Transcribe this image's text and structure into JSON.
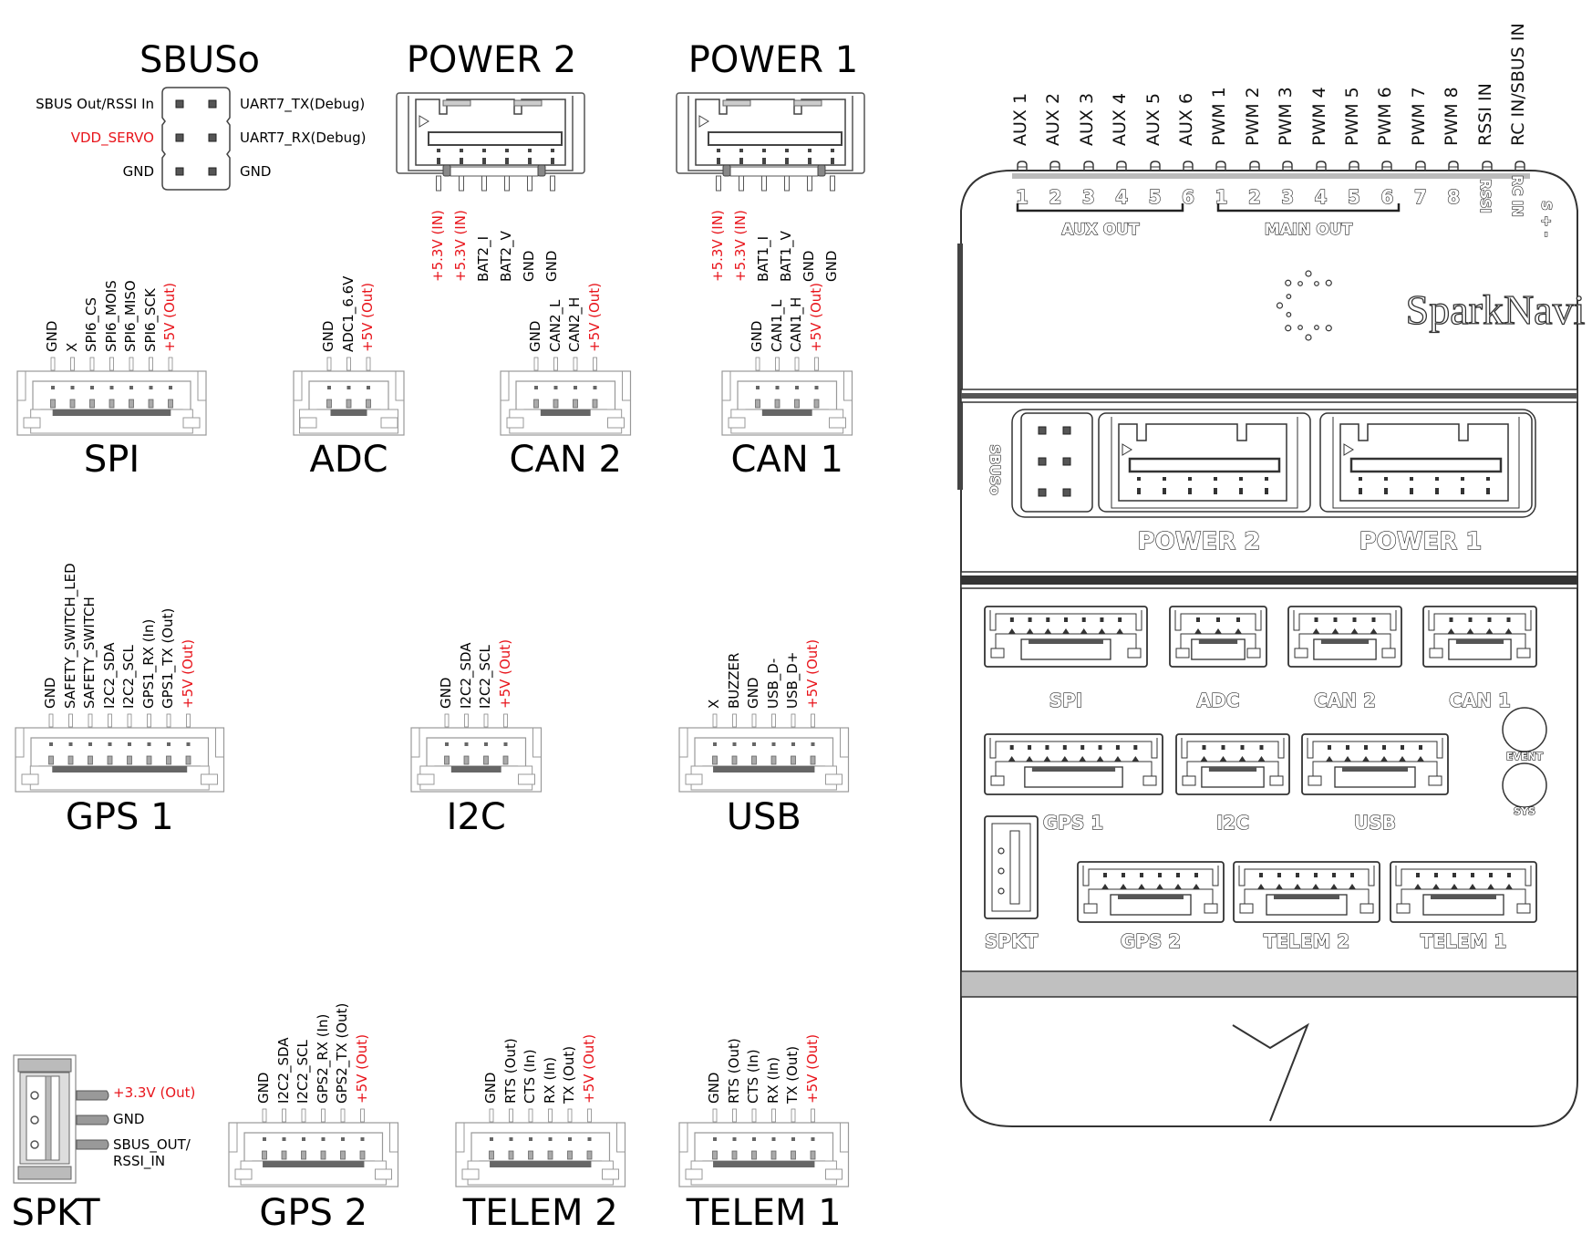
{
  "diagram": {
    "brand": "SparkNavi",
    "colors": {
      "power_pin": "#e8141b",
      "text": "#000000",
      "outline": "#555555",
      "board_gray": "#c0c0c0"
    },
    "connectors": {
      "sbuso": {
        "title": "SBUSo",
        "left_pins": [
          "SBUS Out/RSSI In",
          "VDD_SERVO",
          "GND"
        ],
        "right_pins": [
          "UART7_TX(Debug)",
          "UART7_RX(Debug)",
          "GND"
        ],
        "red_pins": [
          "VDD_SERVO"
        ]
      },
      "power2": {
        "title": "POWER 2",
        "pins": [
          "+5.3V (IN)",
          "+5.3V (IN)",
          "BAT2_I",
          "BAT2_V",
          "GND",
          "GND"
        ]
      },
      "power1": {
        "title": "POWER 1",
        "pins": [
          "+5.3V (IN)",
          "+5.3V (IN)",
          "BAT1_I",
          "BAT1_V",
          "GND",
          "GND"
        ]
      },
      "spi": {
        "title": "SPI",
        "pins": [
          "GND",
          "X",
          "SPI6_CS",
          "SPI6_MOIS",
          "SPI6_MISO",
          "SPI6_SCK",
          "+5V (Out)"
        ]
      },
      "adc": {
        "title": "ADC",
        "pins": [
          "GND",
          "ADC1_6.6V",
          "+5V (Out)"
        ]
      },
      "can2": {
        "title": "CAN 2",
        "pins": [
          "GND",
          "CAN2_L",
          "CAN2_H",
          "+5V (Out)"
        ]
      },
      "can1": {
        "title": "CAN 1",
        "pins": [
          "GND",
          "CAN1_L",
          "CAN1_H",
          "+5V (Out)"
        ]
      },
      "gps1": {
        "title": "GPS 1",
        "pins": [
          "GND",
          "SAFETY_SWITCH_LED",
          "SAFETY_SWITCH",
          "I2C2_SDA",
          "I2C2_SCL",
          "GPS1_RX (In)",
          "GPS1_TX (Out)",
          "+5V (Out)"
        ]
      },
      "i2c": {
        "title": "I2C",
        "pins": [
          "GND",
          "I2C2_SDA",
          "I2C2_SCL",
          "+5V (Out)"
        ]
      },
      "usb": {
        "title": "USB",
        "pins": [
          "X",
          "BUZZER",
          "GND",
          "USB_D-",
          "USB_D+",
          "+5V (Out)"
        ]
      },
      "spkt": {
        "title": "SPKT",
        "pins": [
          "+3.3V (Out)",
          "GND",
          "SBUS_OUT/",
          "RSSI_IN"
        ]
      },
      "gps2": {
        "title": "GPS 2",
        "pins": [
          "GND",
          "I2C2_SDA",
          "I2C2_SCL",
          "GPS2_RX (In)",
          "GPS2_TX (Out)",
          "+5V (Out)"
        ]
      },
      "telem2": {
        "title": "TELEM 2",
        "pins": [
          "GND",
          "RTS (Out)",
          "CTS (In)",
          "RX (In)",
          "TX (Out)",
          "+5V (Out)"
        ]
      },
      "telem1": {
        "title": "TELEM 1",
        "pins": [
          "GND",
          "RTS (Out)",
          "CTS (In)",
          "RX (In)",
          "TX (Out)",
          "+5V (Out)"
        ]
      }
    },
    "board": {
      "top_pins": [
        "AUX 1",
        "AUX 2",
        "AUX 3",
        "AUX 4",
        "AUX 5",
        "AUX 6",
        "PWM 1",
        "PWM 2",
        "PWM 3",
        "PWM 4",
        "PWM 5",
        "PWM 6",
        "PWM 7",
        "PWM 8",
        "RSSI IN",
        "RC IN/SBUS IN"
      ],
      "aux_numbers": [
        "1",
        "2",
        "3",
        "4",
        "5",
        "6"
      ],
      "main_numbers": [
        "1",
        "2",
        "3",
        "4",
        "5",
        "6",
        "7",
        "8"
      ],
      "aux_group": "AUX OUT",
      "main_group": "MAIN OUT",
      "rssi_label": "RSSI",
      "rcin_label": "RC IN",
      "polarity_label": "S + -",
      "sbuso_label": "SBUSo",
      "power_labels": [
        "POWER 2",
        "POWER 1"
      ],
      "row1_labels": [
        "SPI",
        "ADC",
        "CAN 2",
        "CAN 1"
      ],
      "row2_labels": [
        "GPS 1",
        "I2C",
        "USB"
      ],
      "row3_labels": [
        "SPKT",
        "GPS 2",
        "TELEM 2",
        "TELEM 1"
      ],
      "buttons": [
        "EVENT",
        "SYS"
      ]
    }
  }
}
